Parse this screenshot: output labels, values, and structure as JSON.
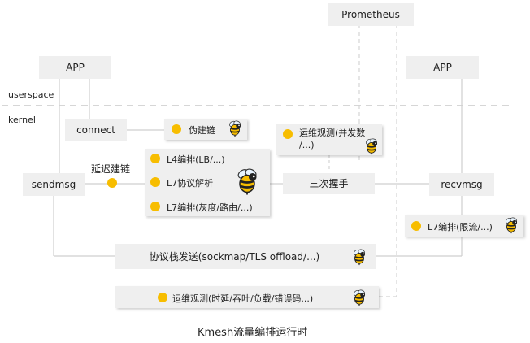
{
  "layers": {
    "userspace": "userspace",
    "kernel": "kernel"
  },
  "nodes": {
    "prometheus": "Prometheus",
    "app_left": "APP",
    "app_right": "APP",
    "connect": "connect",
    "fake_link": "伪建链",
    "ops_concurrency": "运维观测(并发数\n/...)",
    "l4": "L4编排(LB/...)",
    "l7_parse": "L7协议解析",
    "l7_route": "L7编排(灰度/路由/...)",
    "delay_link": "延迟建链",
    "sendmsg": "sendmsg",
    "handshake": "三次握手",
    "recvmsg": "recvmsg",
    "l7_limit": "L7编排(限流/...)",
    "stack_send": "协议栈发送(sockmap/TLS  offload/...)",
    "ops_metrics": "运维观测(时延/吞吐/负载/错误码...)"
  },
  "caption": "Kmesh流量编排运行时",
  "colors": {
    "box": "#efefef",
    "dot": "#f7bd00",
    "line": "#cfcfcf",
    "dashed": "#c8c8c8"
  }
}
